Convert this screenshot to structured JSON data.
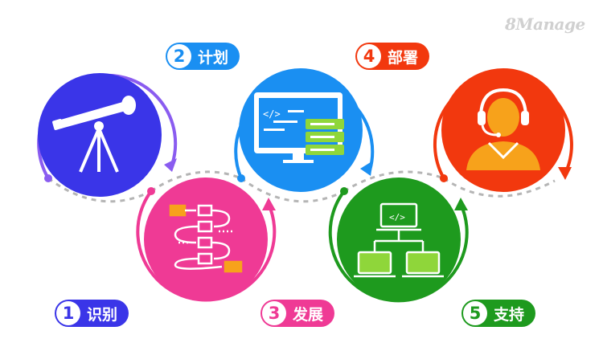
{
  "watermark": "8Manage",
  "steps": [
    {
      "number": "1",
      "label": "识别",
      "color": "#3a35e8"
    },
    {
      "number": "2",
      "label": "计划",
      "color": "#1a8ff2"
    },
    {
      "number": "3",
      "label": "发展",
      "color": "#ef3a95"
    },
    {
      "number": "4",
      "label": "部署",
      "color": "#f2380e"
    },
    {
      "number": "5",
      "label": "支持",
      "color": "#1e9a1e"
    }
  ],
  "code_tag": "</>"
}
